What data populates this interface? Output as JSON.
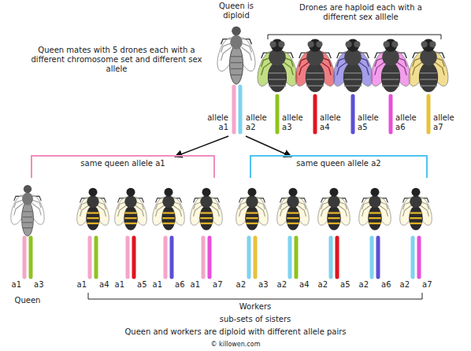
{
  "diagram": {
    "labels": [
      "Queen is diploid",
      "Drones are haploid each with a different sex alllele",
      "Queen mates with 5 drones each with a different chromosome set and different sex allele",
      "allele a1",
      "allele a2",
      "allele a3",
      "allele a4",
      "allele a5",
      "allele a6",
      "allele a7",
      "same queen allele a1",
      "same queen allele a2",
      "a1",
      "a3",
      "a1",
      "a4",
      "a1",
      "a5",
      "a1",
      "a6",
      "a1",
      "a7",
      "a2",
      "a3",
      "a2",
      "a4",
      "a2",
      "a5",
      "a2",
      "a6",
      "a2",
      "a7",
      "Queen",
      "Workers",
      "sub-sets of sisters",
      "Queen and workers are diploid with different allele pairs",
      "© killowen.com"
    ]
  }
}
